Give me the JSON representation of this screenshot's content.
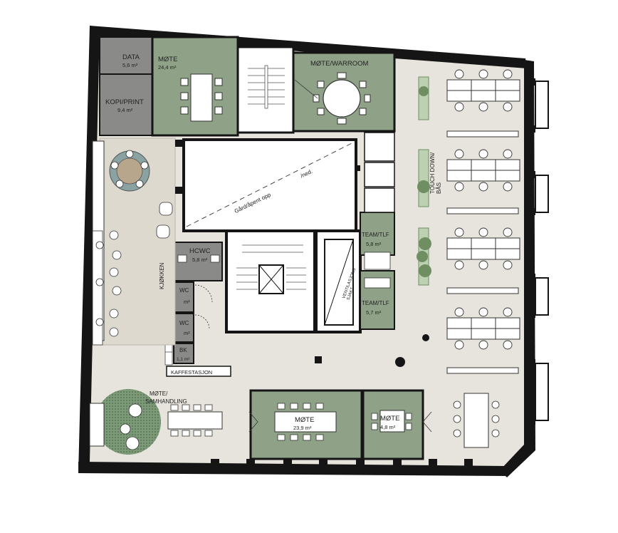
{
  "colors": {
    "floor": "#e6e4dc",
    "meeting": "#8fa287",
    "service": "#8a8a88",
    "wall": "#151515",
    "core": "#ffffff",
    "plant": "#6f8f62",
    "table": "#ffffff"
  },
  "rooms": {
    "data": {
      "name": "DATA",
      "area": "5,6 m²"
    },
    "mote_1": {
      "name": "MØTE",
      "area": "24,4 m²"
    },
    "warroom": {
      "name": "MØTE/WARROOM"
    },
    "kopi": {
      "name": "KOPI/PRINT",
      "area": "9,4 m²"
    },
    "hcwc": {
      "name": "HCWC",
      "area": "5,8 m²"
    },
    "wc1": {
      "name": "WC",
      "area": "m²"
    },
    "wc2": {
      "name": "WC",
      "area": "m²"
    },
    "bk": {
      "name": "BK",
      "area": "1,1 m²"
    },
    "team1": {
      "name": "TEAM/TLF",
      "area": "5,8 m²"
    },
    "team2": {
      "name": "TEAM/TLF",
      "area": "5,7 m²"
    },
    "mote_2": {
      "name": "MØTE",
      "area": "23,9 m²"
    },
    "mote_3": {
      "name": "MØTE",
      "area": "4,8 m²"
    },
    "mote_samhandling": {
      "name": "MØTE/\nSAMHANDLING"
    }
  },
  "labels": {
    "kjokken": "KJØKKEN",
    "kaffestasjon": "KAFFESTASJON",
    "touchdown": "TOUCH DOWN/\nBÅS",
    "gard": "Gård/åpent opp",
    "ned": "/ned.",
    "ventilasjon": "VENTILASJONS\nSJAKT"
  }
}
